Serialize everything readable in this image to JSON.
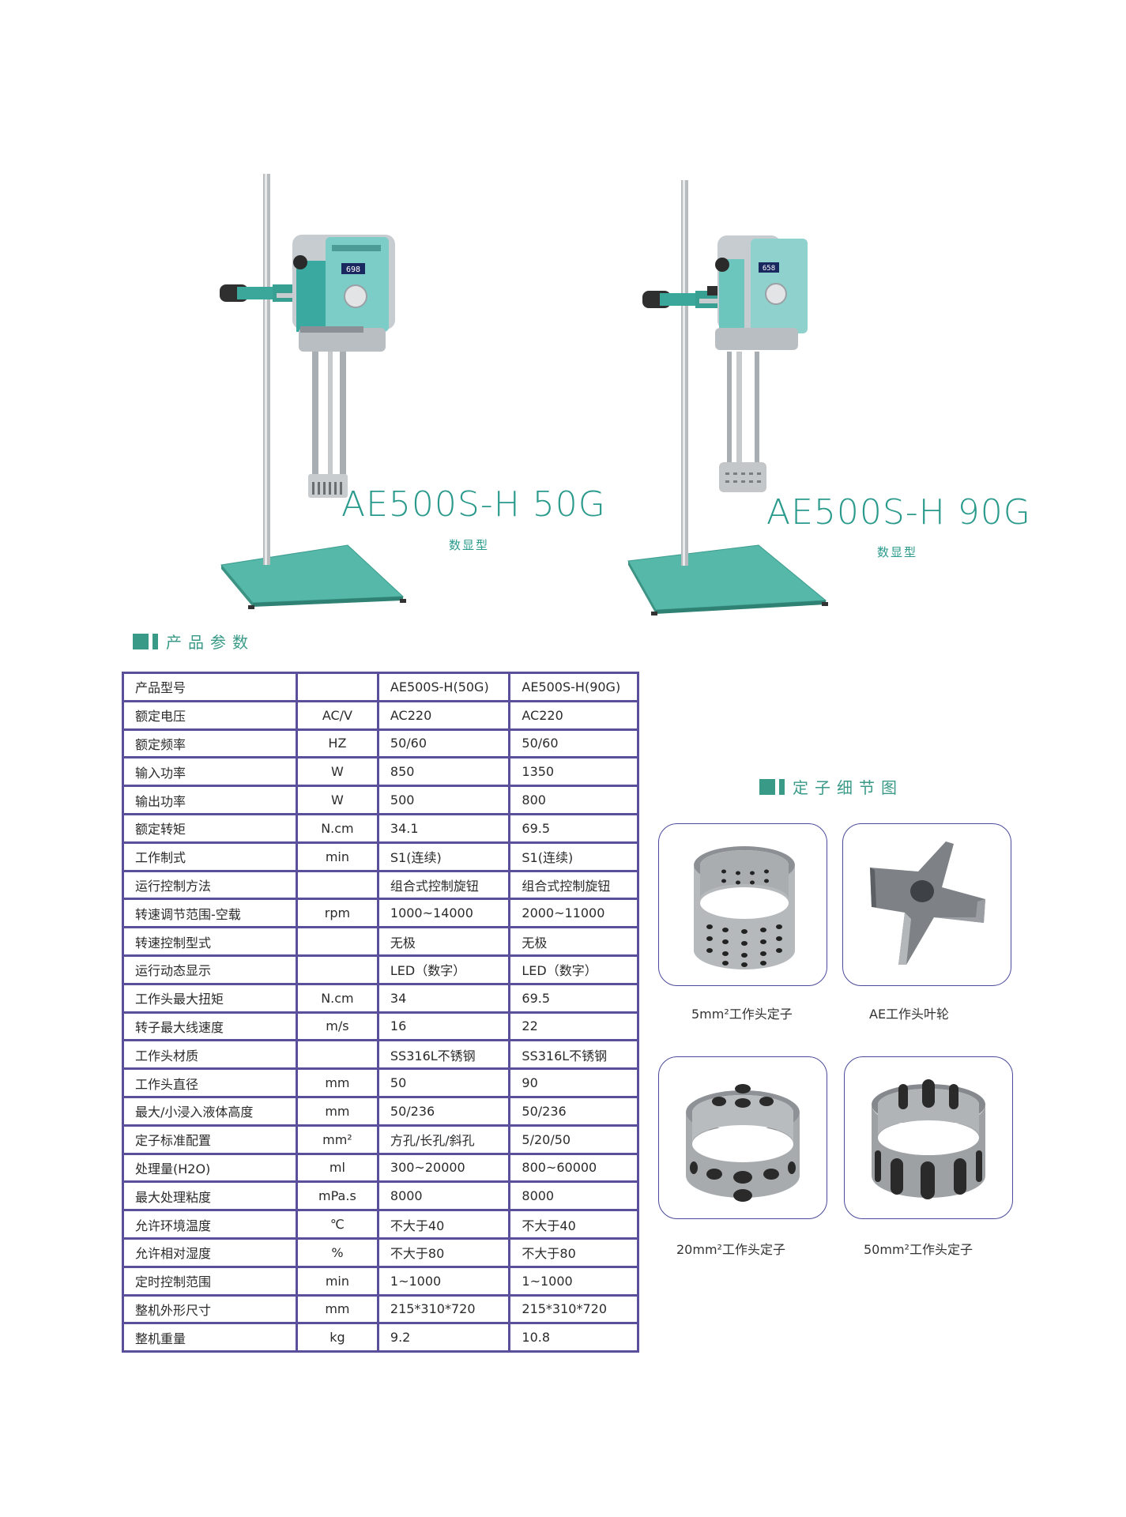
{
  "products": [
    {
      "model": "AE500S-H 50G",
      "subtitle": "数显型",
      "display_reading": "698"
    },
    {
      "model": "AE500S-H 90G",
      "subtitle": "数显型",
      "display_reading": "658"
    }
  ],
  "spec_section": {
    "title": "产品参数",
    "rows": [
      [
        "产品型号",
        "",
        "AE500S-H(50G)",
        "AE500S-H(90G)"
      ],
      [
        "额定电压",
        "AC/V",
        "AC220",
        "AC220"
      ],
      [
        "额定频率",
        "HZ",
        "50/60",
        "50/60"
      ],
      [
        "输入功率",
        "W",
        "850",
        "1350"
      ],
      [
        "输出功率",
        "W",
        "500",
        "800"
      ],
      [
        "额定转矩",
        "N.cm",
        "34.1",
        "69.5"
      ],
      [
        "工作制式",
        "min",
        "S1(连续)",
        "S1(连续)"
      ],
      [
        "运行控制方法",
        "",
        "组合式控制旋钮",
        "组合式控制旋钮"
      ],
      [
        "转速调节范围-空载",
        "rpm",
        "1000~14000",
        "2000~11000"
      ],
      [
        "转速控制型式",
        "",
        "无极",
        "无极"
      ],
      [
        "运行动态显示",
        "",
        "LED（数字）",
        "LED（数字）"
      ],
      [
        "工作头最大扭矩",
        "N.cm",
        "34",
        "69.5"
      ],
      [
        "转子最大线速度",
        "m/s",
        "16",
        "22"
      ],
      [
        "工作头材质",
        "",
        "SS316L不锈钢",
        "SS316L不锈钢"
      ],
      [
        "工作头直径",
        "mm",
        "50",
        "90"
      ],
      [
        "最大/小浸入液体高度",
        "mm",
        "50/236",
        "50/236"
      ],
      [
        "定子标准配置",
        "mm²",
        "方孔/长孔/斜孔",
        "5/20/50"
      ],
      [
        "处理量(H2O)",
        "ml",
        "300~20000",
        "800~60000"
      ],
      [
        "最大处理粘度",
        "mPa.s",
        "8000",
        "8000"
      ],
      [
        "允许环境温度",
        "℃",
        "不大于40",
        "不大于40"
      ],
      [
        "允许相对湿度",
        "%",
        "不大于80",
        "不大于80"
      ],
      [
        "定时控制范围",
        "min",
        "1~1000",
        "1~1000"
      ],
      [
        "整机外形尺寸",
        "mm",
        "215*310*720",
        "215*310*720"
      ],
      [
        "整机重量",
        "kg",
        "9.2",
        "10.8"
      ]
    ]
  },
  "detail_section": {
    "title": "定子细节图",
    "items": [
      {
        "caption": "5mm²工作头定子",
        "kind": "round-hole-small"
      },
      {
        "caption": "AE工作头叶轮",
        "kind": "impeller"
      },
      {
        "caption": "20mm²工作头定子",
        "kind": "round-hole-large"
      },
      {
        "caption": "50mm²工作头定子",
        "kind": "slot"
      }
    ]
  },
  "colors": {
    "accent_teal": "#2a9a8c",
    "table_border": "#5a4f9a",
    "card_border": "#4a4a9a",
    "base_plate": "#4fb5a5"
  }
}
